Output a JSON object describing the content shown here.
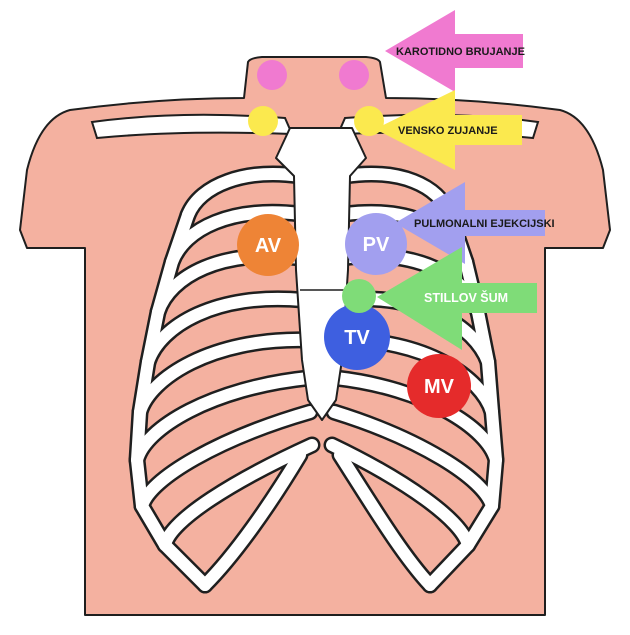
{
  "diagram": {
    "colors": {
      "background": "#ffffff",
      "skin": "#f4b1a0",
      "bone": "#ffffff",
      "outline": "#1f1f1f"
    },
    "points": [
      {
        "id": "carotid",
        "color": "#f07ad0"
      },
      {
        "id": "venous",
        "color": "#fbe94e"
      },
      {
        "id": "av",
        "label": "AV",
        "color": "#ee8436"
      },
      {
        "id": "pv",
        "label": "PV",
        "color": "#a29fef"
      },
      {
        "id": "still",
        "color": "#7fdc78"
      },
      {
        "id": "tv",
        "label": "TV",
        "color": "#3e5fe0"
      },
      {
        "id": "mv",
        "label": "MV",
        "color": "#e52b2b"
      }
    ],
    "arrows": [
      {
        "id": "carotid",
        "label": "KAROTIDNO BRUJANJE",
        "color": "#f07ad0"
      },
      {
        "id": "venous",
        "label": "VENSKO ZUJANJE",
        "color": "#fbe94e"
      },
      {
        "id": "pulmonary",
        "label": "PULMONALNI EJEKCIJSKI",
        "color": "#a29fef"
      },
      {
        "id": "still",
        "label": "STILLOV ŠUM",
        "color": "#7fdc78"
      }
    ]
  }
}
